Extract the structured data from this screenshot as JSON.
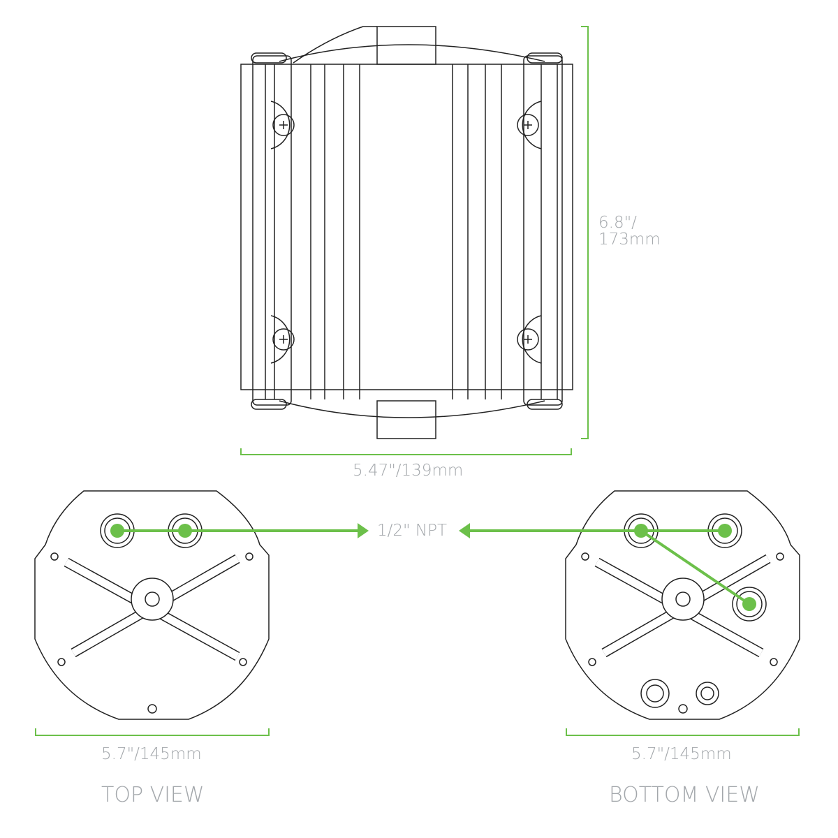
{
  "colors": {
    "accent": "#6cc04a",
    "label": "#a3a7ab",
    "line": "#222222"
  },
  "dimensions": {
    "height_in": "6.8\"/",
    "height_mm": "173mm",
    "width_front": "5.47\"/139mm",
    "width_top": "5.7\"/145mm",
    "width_bottom": "5.7\"/145mm"
  },
  "callout": {
    "conduit": "1/2\" NPT"
  },
  "views": {
    "top": "TOP VIEW",
    "bottom": "BOTTOM VIEW"
  }
}
